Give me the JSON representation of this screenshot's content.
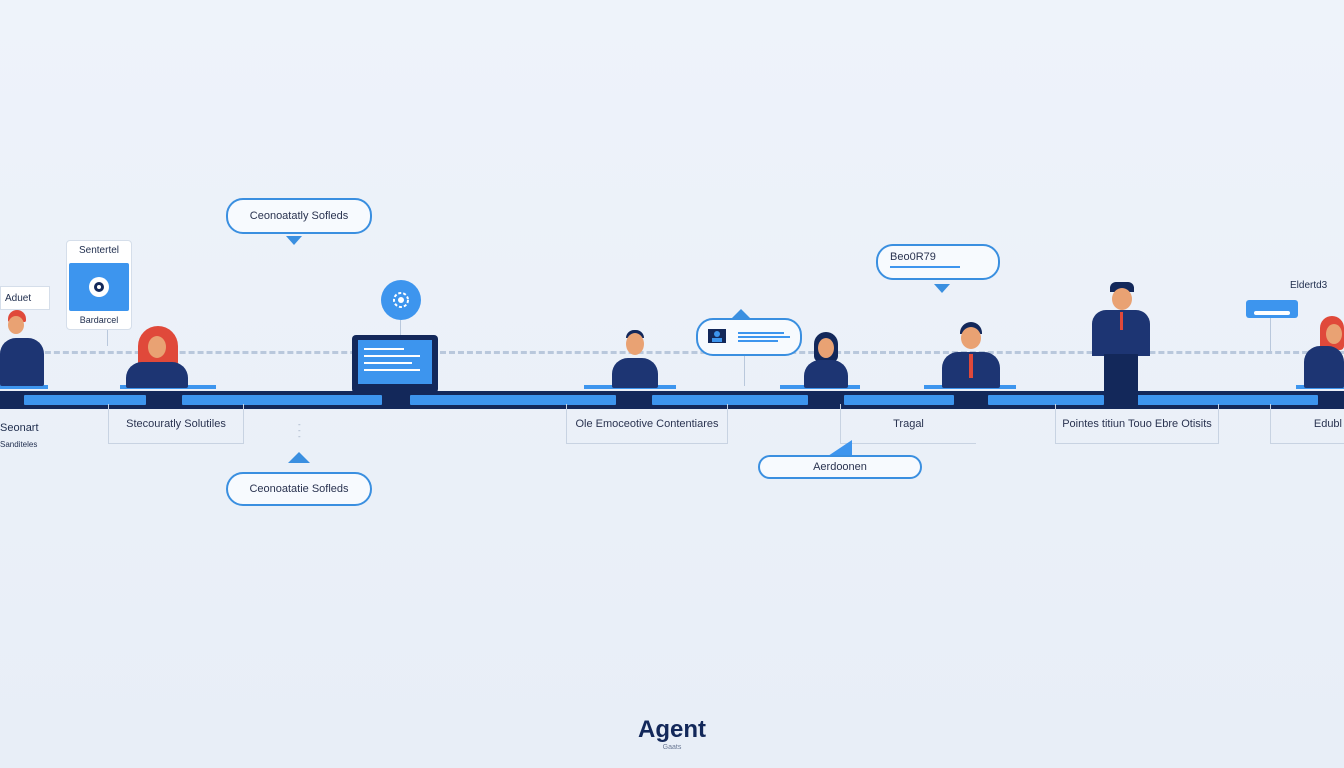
{
  "callouts": {
    "top_left": "Ceonoatatly Sofleds",
    "bottom_left": "Ceonoatatie Sofleds",
    "top_right": "Beo0R79",
    "bottom_center": "Aerdoonen",
    "card_title": "Sentertel",
    "card_subtitle": "Bardarcel",
    "far_left_tag": "Aduet",
    "far_right_tag": "Eldertd3"
  },
  "stations": [
    "Seonart",
    "Stecouratly Solutiles",
    "Ole Emoceotive Contentiares",
    "Tragal",
    "Pointes titiun Touo Ebre Otisits",
    "Edubl"
  ],
  "far_left_sub": "Sanditeles",
  "footer": {
    "title": "Agent",
    "subtitle": "Gaats"
  },
  "colors": {
    "accent": "#3d95ee",
    "navy": "#13285a",
    "background": "#eef3fa"
  },
  "icons": [
    "settings-icon",
    "gear-icon",
    "user-badge-icon",
    "laptop-icon"
  ]
}
